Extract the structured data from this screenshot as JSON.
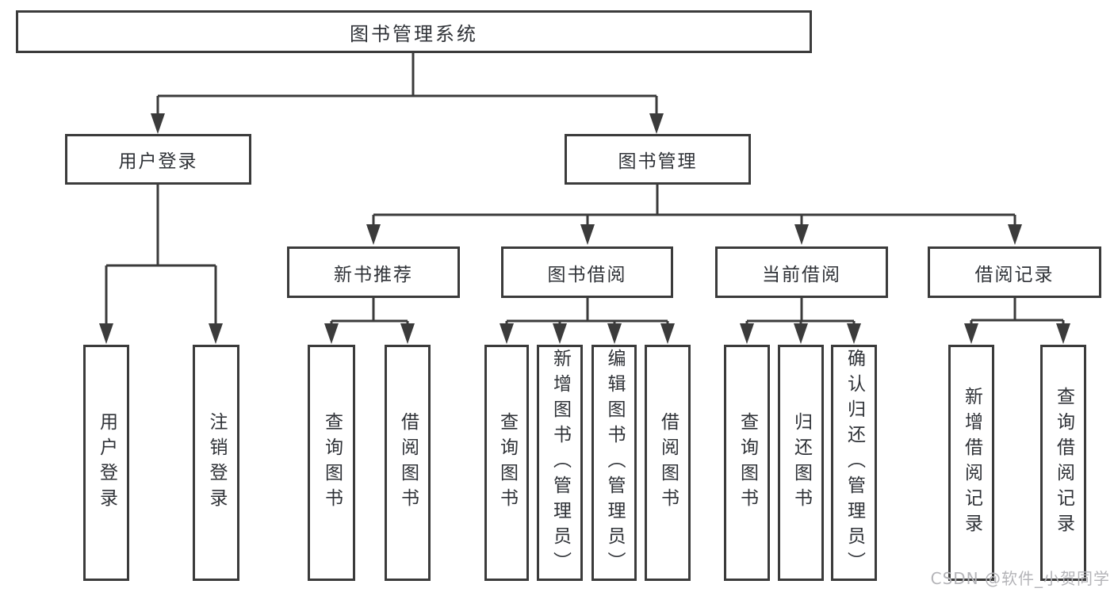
{
  "diagram_title": "图书管理系统",
  "tree": {
    "label": "图书管理系统",
    "children": [
      {
        "label": "用户登录",
        "children": [
          {
            "label": "用户登录"
          },
          {
            "label": "注销登录"
          }
        ]
      },
      {
        "label": "图书管理",
        "children": [
          {
            "label": "新书推荐",
            "children": [
              {
                "label": "查询图书"
              },
              {
                "label": "借阅图书"
              }
            ]
          },
          {
            "label": "图书借阅",
            "children": [
              {
                "label": "查询图书"
              },
              {
                "label": "新增图书（管理员）"
              },
              {
                "label": "编辑图书（管理员）"
              },
              {
                "label": "借阅图书"
              }
            ]
          },
          {
            "label": "当前借阅",
            "children": [
              {
                "label": "查询图书"
              },
              {
                "label": "归还图书"
              },
              {
                "label": "确认归还（管理员）"
              }
            ]
          },
          {
            "label": "借阅记录",
            "children": [
              {
                "label": "新增借阅记录"
              },
              {
                "label": "查询借阅记录"
              }
            ]
          }
        ]
      }
    ]
  },
  "watermark": {
    "text": "CSDN @软件_小贺同学"
  },
  "colors": {
    "background": "#ffffff",
    "box_border": "#3b3b3b",
    "connector_line": "#3b3b3b",
    "text": "#2f3237",
    "watermark_text": "#b4b4b8"
  }
}
